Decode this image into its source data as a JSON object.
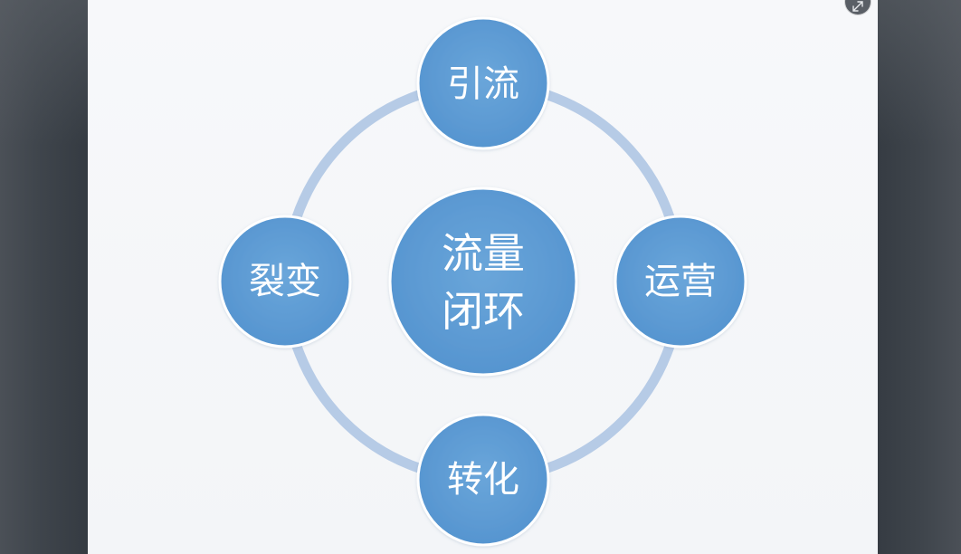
{
  "diagram": {
    "center": {
      "line1": "流量",
      "line2": "闭环"
    },
    "nodes": {
      "top": "引流",
      "right": "运营",
      "bottom": "转化",
      "left": "裂变"
    },
    "colors": {
      "node_fill": "#5b9bd5",
      "node_border": "#ffffff",
      "ring": "#b6cbe6",
      "label": "#ffffff",
      "background": "#f5f6f9"
    }
  },
  "viewer": {
    "expand_icon": "expand-icon"
  }
}
